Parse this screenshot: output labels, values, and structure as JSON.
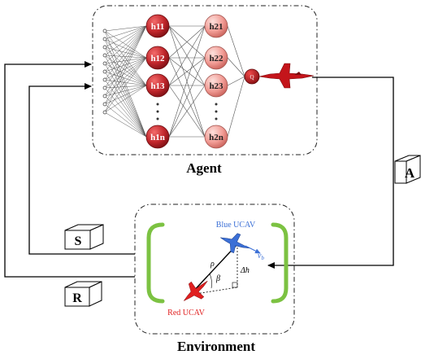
{
  "agent_label": "Agent",
  "environment_label": "Environment",
  "box_labels": {
    "action": "A",
    "state": "S",
    "reward": "R"
  },
  "hidden_layer_1": [
    "h11",
    "h12",
    "h13",
    "h1n"
  ],
  "hidden_layer_2": [
    "h21",
    "h22",
    "h23",
    "h2n"
  ],
  "output_node": "Q",
  "ucav": {
    "blue_label": "Blue UCAV",
    "red_label": "Red UCAV"
  },
  "geometry_symbols": {
    "rho": "ρ",
    "beta": "β",
    "delta_h": "Δh",
    "v_b": "v",
    "v_b_sub": "b"
  },
  "colors": {
    "node_red": "#c0262b",
    "node_pink": "#f19b94",
    "blue_ucav": "#3b6fd6",
    "red_ucav": "#e02020",
    "bracket_green": "#7cc242"
  },
  "icons": {
    "output_aircraft": "red-fighter-jet-icon",
    "blue_aircraft": "blue-fighter-jet-icon",
    "red_aircraft": "red-fighter-jet-icon"
  }
}
